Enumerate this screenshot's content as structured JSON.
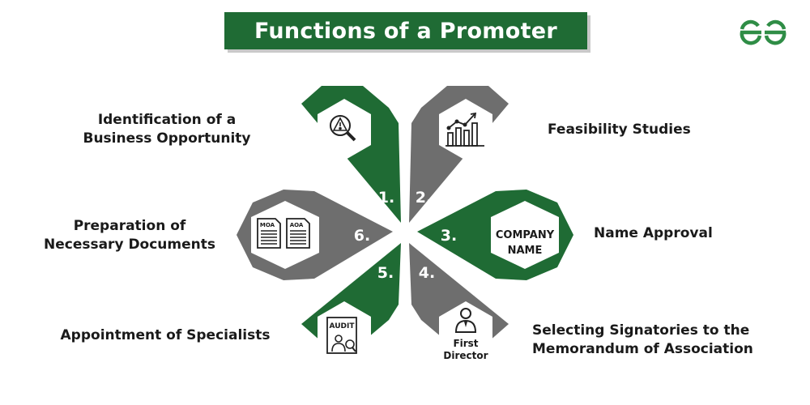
{
  "title": "Functions of a Promoter",
  "colors": {
    "green": "#1f6b34",
    "gray": "#6e6e6e",
    "white": "#ffffff"
  },
  "steps": [
    {
      "number": "1.",
      "lines": [
        "Identification of a",
        "Business Opportunity"
      ],
      "icon": "warning-magnifier-icon"
    },
    {
      "number": "2.",
      "lines": [
        "Feasibility Studies"
      ],
      "icon": "bar-chart-icon"
    },
    {
      "number": "3.",
      "lines": [
        "Name Approval"
      ],
      "icon": "company-name-icon",
      "icon_text": [
        "COMPANY",
        "NAME"
      ]
    },
    {
      "number": "4.",
      "lines": [
        "Selecting Signatories to the",
        "Memorandum of Association"
      ],
      "icon": "first-director-icon",
      "icon_text": [
        "First",
        "Director"
      ]
    },
    {
      "number": "5.",
      "lines": [
        "Appointment of Specialists"
      ],
      "icon": "audit-document-icon",
      "icon_text": [
        "AUDIT"
      ]
    },
    {
      "number": "6.",
      "lines": [
        "Preparation of",
        "Necessary Documents"
      ],
      "icon": "moa-aoa-documents-icon",
      "icon_text": [
        "MOA",
        "AOA"
      ]
    }
  ]
}
